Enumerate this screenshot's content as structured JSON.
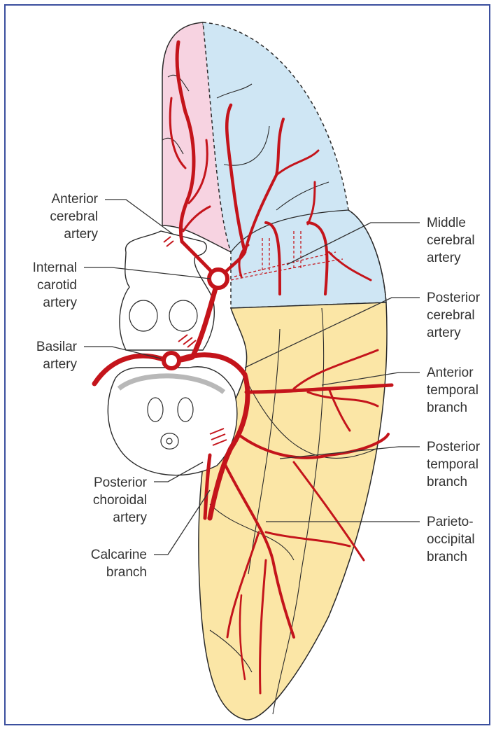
{
  "colors": {
    "frame": "#3b4f9e",
    "anterior_region": "#f7d3e1",
    "middle_region": "#cfe6f4",
    "posterior_region": "#fbe6a6",
    "artery": "#c4141b",
    "outline": "#2a2a2a",
    "leader": "#333333"
  },
  "labels": {
    "anterior_cerebral": "Anterior\ncerebral\nartery",
    "internal_carotid": "Internal\ncarotid\nartery",
    "basilar": "Basilar\nartery",
    "posterior_choroidal": "Posterior\nchoroidal\nartery",
    "calcarine": "Calcarine\nbranch",
    "middle_cerebral": "Middle\ncerebral\nartery",
    "posterior_cerebral": "Posterior\ncerebral\nartery",
    "anterior_temporal": "Anterior\ntemporal\nbranch",
    "posterior_temporal": "Posterior\ntemporal\nbranch",
    "parieto_occipital": "Parieto-\noccipital\nbranch"
  }
}
